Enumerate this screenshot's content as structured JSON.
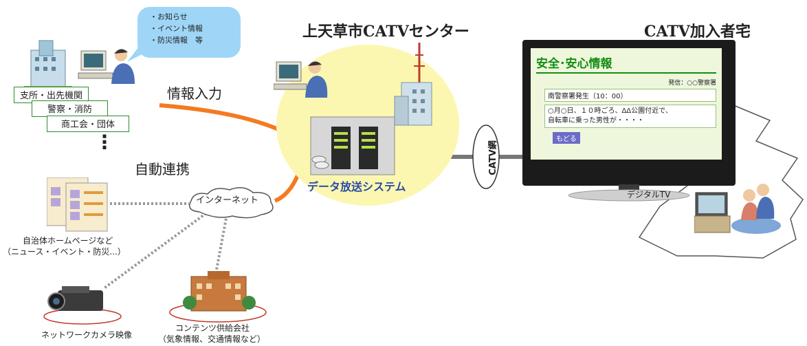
{
  "bubble": {
    "items": [
      "・お知らせ",
      "・イベント情報",
      "・防災情報　等"
    ]
  },
  "sources": {
    "org_labels": [
      "支所・出先機関",
      "警察・消防",
      "商工会・団体"
    ],
    "more": "⋮",
    "municipal_homepage": [
      "自治体ホームページなど",
      "（ニュース・イベント・防災...）"
    ],
    "network_camera": "ネットワークカメラ映像",
    "content_company": [
      "コンテンツ供給会社",
      "（気象情報、交通情報など）"
    ]
  },
  "arrows": {
    "info_input": "情報入力",
    "auto_link": "自動連携"
  },
  "internet_label": "インターネット",
  "center": {
    "title": "上天草市CATVセンター",
    "system_label": "データ放送システム"
  },
  "network_label": "CATV網",
  "subscriber": {
    "title": "CATV加入者宅",
    "tv_label": "デジタルTV",
    "screen": {
      "heading": "安全･安心情報",
      "sender": "発信：○○警察署",
      "item": "南警察署発生（10：00）",
      "body_lines": [
        "○月○日、１０時ごろ、ΔΔ公園付近で、",
        "自転車に乗った男性が・・・・"
      ],
      "back_button": "もどる"
    }
  },
  "colors": {
    "arrow": "#f47a20",
    "bubble": "#9fd6f7",
    "center_ellipse": "#fbf7b0",
    "screen_bg": "#eef7dc",
    "screen_heading": "#138c13",
    "back_button": "#6b6bc8"
  }
}
